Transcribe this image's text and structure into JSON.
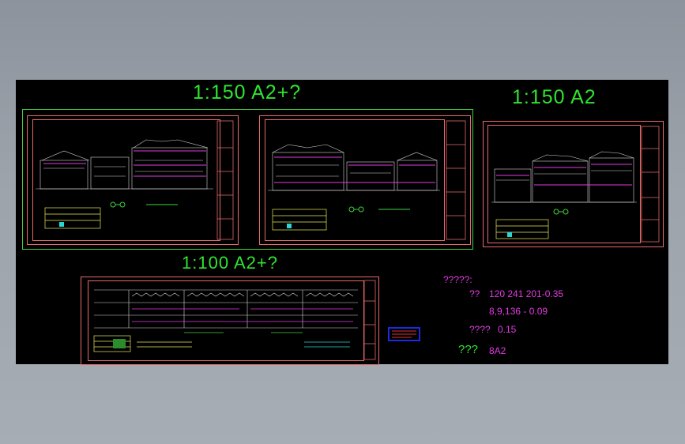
{
  "titles": {
    "top_left": "1:150  A2+?",
    "top_right": "1:150  A2",
    "bottom": "1:100  A2+?"
  },
  "notes": {
    "heading": "?????:",
    "row1_marker": "??",
    "row1_value": "120  241  201-0.35",
    "row2_value": "8,9,136  -    0.09",
    "row3_marker": "????",
    "row3_value": "0.15",
    "row4_marker": "???",
    "row4_value": "8A2"
  },
  "colors": {
    "background": "#000000",
    "sheet_border": "#e86a6a",
    "group_border": "#3fd23f",
    "title": "#2fe52f",
    "note": "#e23be2",
    "stamp": "#1a2be0"
  }
}
